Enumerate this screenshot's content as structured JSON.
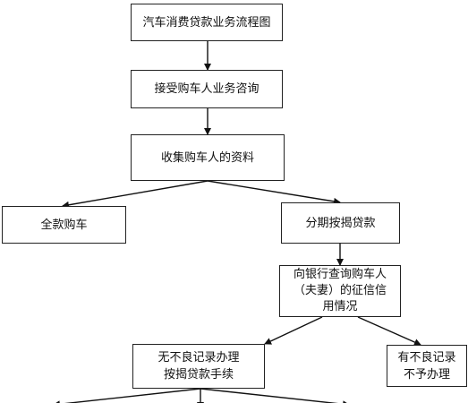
{
  "nodes": {
    "title": "汽车消费贷款业务流程图",
    "consult": "接受购车人业务咨询",
    "collect": "收集购车人的资料",
    "full_payment": "全款购车",
    "installment": "分期按揭贷款",
    "credit_check": "向银行查询购车人\n（夫妻）的征信信\n用情况",
    "no_bad_record": "无不良记录办理\n按揭贷款手续",
    "has_bad_record": "有不良记录\n不予办理"
  }
}
